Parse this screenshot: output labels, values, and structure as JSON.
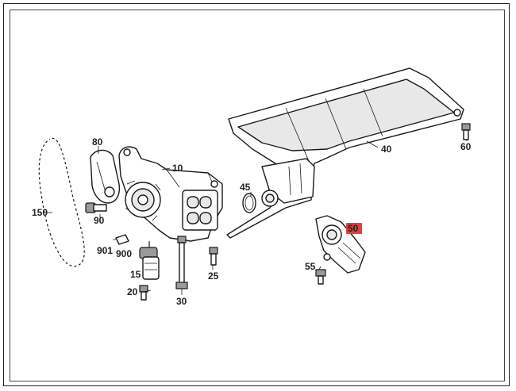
{
  "parts": {
    "p10": "10",
    "p15": "15",
    "p20": "20",
    "p25": "25",
    "p30": "30",
    "p40": "40",
    "p45": "45",
    "p50": "50",
    "p55": "55",
    "p60": "60",
    "p80": "80",
    "p90": "90",
    "p150": "150",
    "p900": "900",
    "p901": "901"
  },
  "highlight": {
    "part": "50",
    "color": "#e04040"
  }
}
